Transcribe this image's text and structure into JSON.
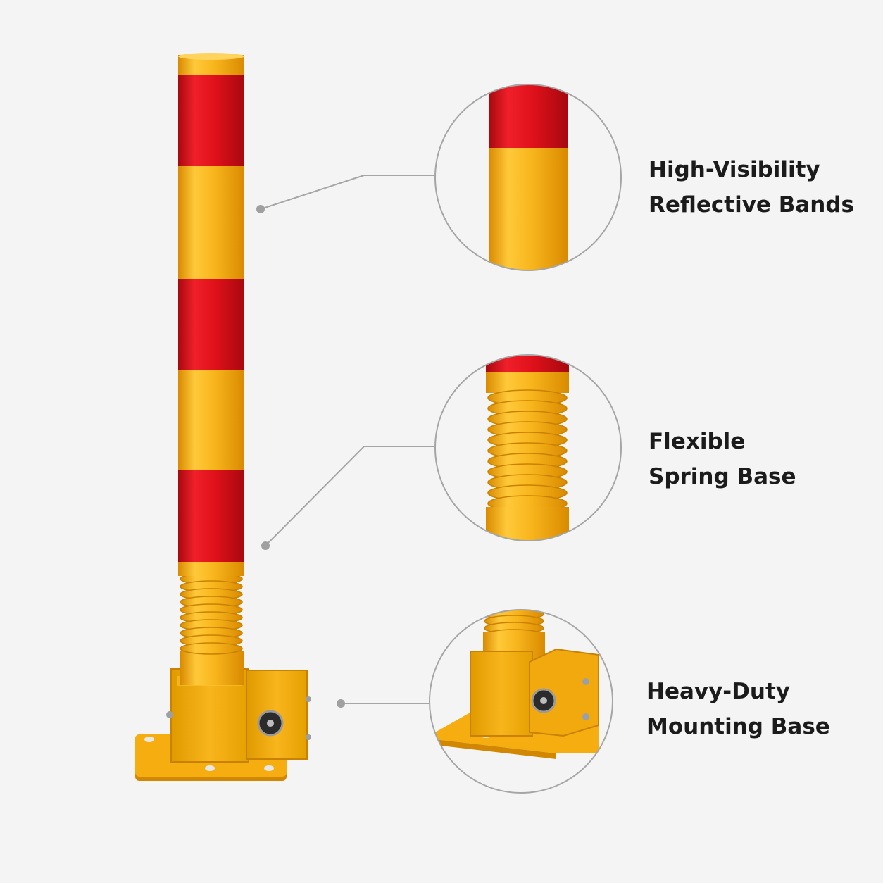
{
  "features": [
    {
      "line1": "High-Visibility",
      "line2": "Reflective Bands"
    },
    {
      "line1": "Flexible",
      "line2": "Spring Base"
    },
    {
      "line1": "Heavy-Duty",
      "line2": "Mounting Base"
    }
  ],
  "colors": {
    "background": "#f4f4f4",
    "yellow": "#f6ad10",
    "yellow_light": "#ffc93a",
    "yellow_dark": "#d98a00",
    "red": "#e0111b",
    "red_dark": "#a8080f",
    "callout_line": "#a5a5a5",
    "text": "#1b1b1b"
  }
}
